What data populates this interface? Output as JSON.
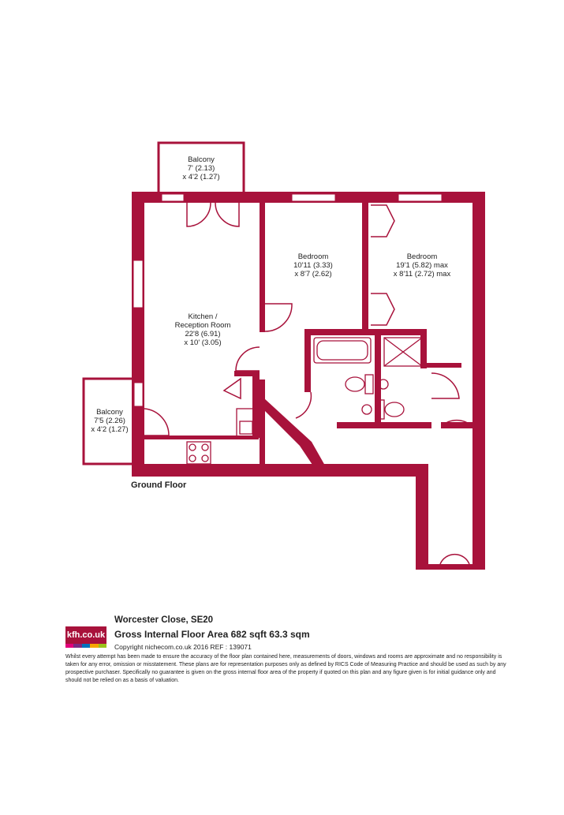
{
  "rooms": {
    "balcony_top": {
      "name": "Balcony",
      "dim1": "7' (2.13)",
      "dim2": "x 4'2 (1.27)"
    },
    "bedroom_1": {
      "name": "Bedroom",
      "dim1": "10'11 (3.33)",
      "dim2": "x 8'7 (2.62)"
    },
    "bedroom_2": {
      "name": "Bedroom",
      "dim1": "19'1 (5.82) max",
      "dim2": "x 8'11 (2.72) max"
    },
    "kitchen": {
      "name1": "Kitchen /",
      "name2": "Reception Room",
      "dim1": "22'8 (6.91)",
      "dim2": "x 10' (3.05)"
    },
    "balcony_left": {
      "name": "Balcony",
      "dim1": "7'5 (2.26)",
      "dim2": "x 4'2 (1.27)"
    }
  },
  "floor_label": "Ground Floor",
  "footer": {
    "address": "Worcester Close, SE20",
    "gross_area": "Gross Internal Floor Area 682 sqft 63.3 sqm",
    "copyright": "Copyright nichecom.co.uk 2016 REF : 139071",
    "logo_text": "kfh.co.uk",
    "logo_colors": [
      "#e2007a",
      "#7b2a82",
      "#0072bc",
      "#f7a600",
      "#9bc31c"
    ],
    "disclaimer": "Whilst every attempt has been made to ensure the accuracy of the floor plan contained here, measurements of doors, windows and rooms are approximate and no responsibility is taken for any error, omission or misstatement. These plans are for representation purposes only as defined by RICS Code of Measuring Practice and should be used as such by any prospective purchaser. Specifically no guarantee is given on the gross internal floor area of the property if quoted on this plan and any figure given is for initial guidance only and should not be relied on as a basis of valuation."
  },
  "colors": {
    "wall": "#a8123b",
    "fixture": "#a8123b",
    "background": "#ffffff"
  }
}
